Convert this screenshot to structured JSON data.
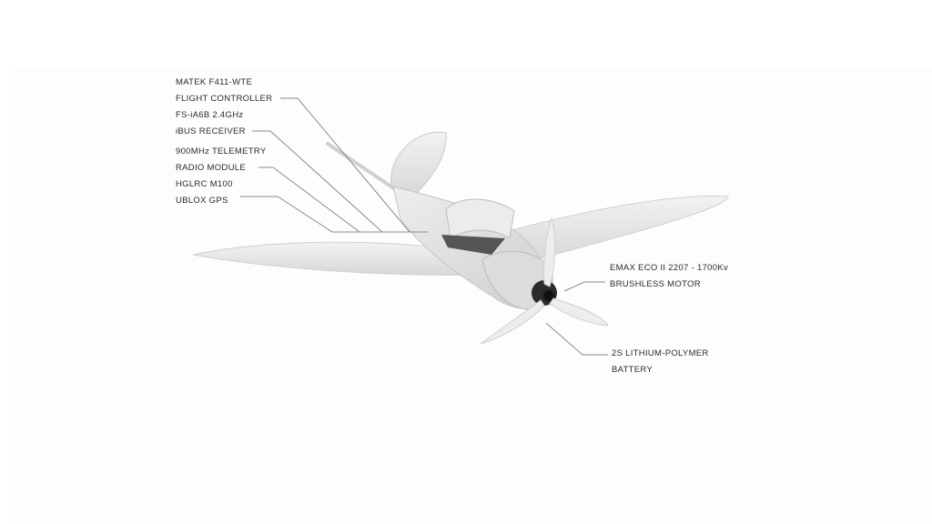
{
  "title": "Fixed-wing drone component diagram",
  "labels": [
    {
      "id": "flight-controller",
      "line1": "MATEK F411-WTE",
      "line2": "FLIGHT CONTROLLER"
    },
    {
      "id": "receiver",
      "line1": "FS-iA6B 2.4GHz",
      "line2": "iBUS RECEIVER"
    },
    {
      "id": "telemetry",
      "line1": "900MHz TELEMETRY",
      "line2": "RADIO MODULE"
    },
    {
      "id": "gps",
      "line1": "HGLRC M100",
      "line2": "UBLOX GPS"
    },
    {
      "id": "motor",
      "line1": "EMAX ECO II 2207 - 1700Kv",
      "line2": "BRUSHLESS MOTOR"
    },
    {
      "id": "battery",
      "line1": "2S LITHIUM-POLYMER",
      "line2": "BATTERY"
    }
  ],
  "colors": {
    "airframe": "#e6e6e6",
    "shade": "#c9c9c9",
    "motor": "#2b2b2b",
    "leader": "#8a8a8a",
    "text": "#2a2a2a"
  }
}
